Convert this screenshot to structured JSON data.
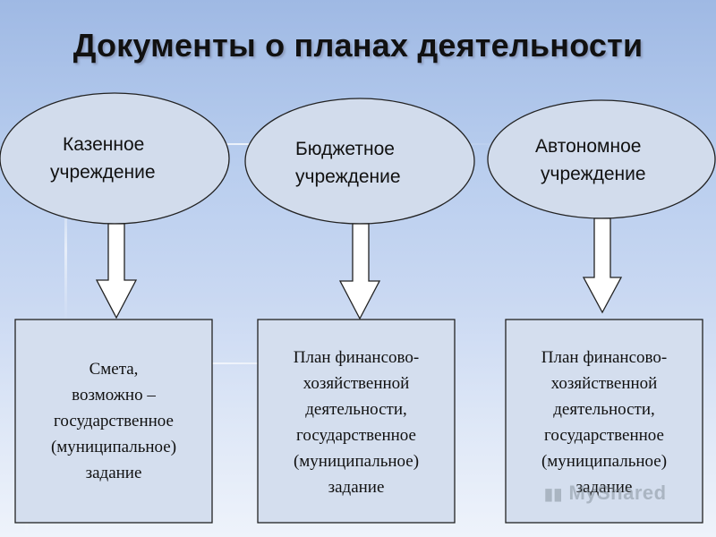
{
  "title": "Документы о планах деятельности",
  "institutions": [
    {
      "line1": "Казенное",
      "line2": "учреждение",
      "document": [
        "Смета,",
        "возможно –",
        "государственное",
        "(муниципальное)",
        "задание"
      ]
    },
    {
      "line1": "Бюджетное",
      "line2": "учреждение",
      "document": [
        "План финансово-",
        "хозяйственной",
        "деятельности,",
        "государственное",
        "(муниципальное)",
        "задание"
      ]
    },
    {
      "line1": "Автономное",
      "line2": "учреждение",
      "document": [
        "План финансово-",
        "хозяйственной",
        "деятельности,",
        "государственное",
        "(муниципальное)",
        "задание"
      ]
    }
  ],
  "watermark": "MyShared"
}
